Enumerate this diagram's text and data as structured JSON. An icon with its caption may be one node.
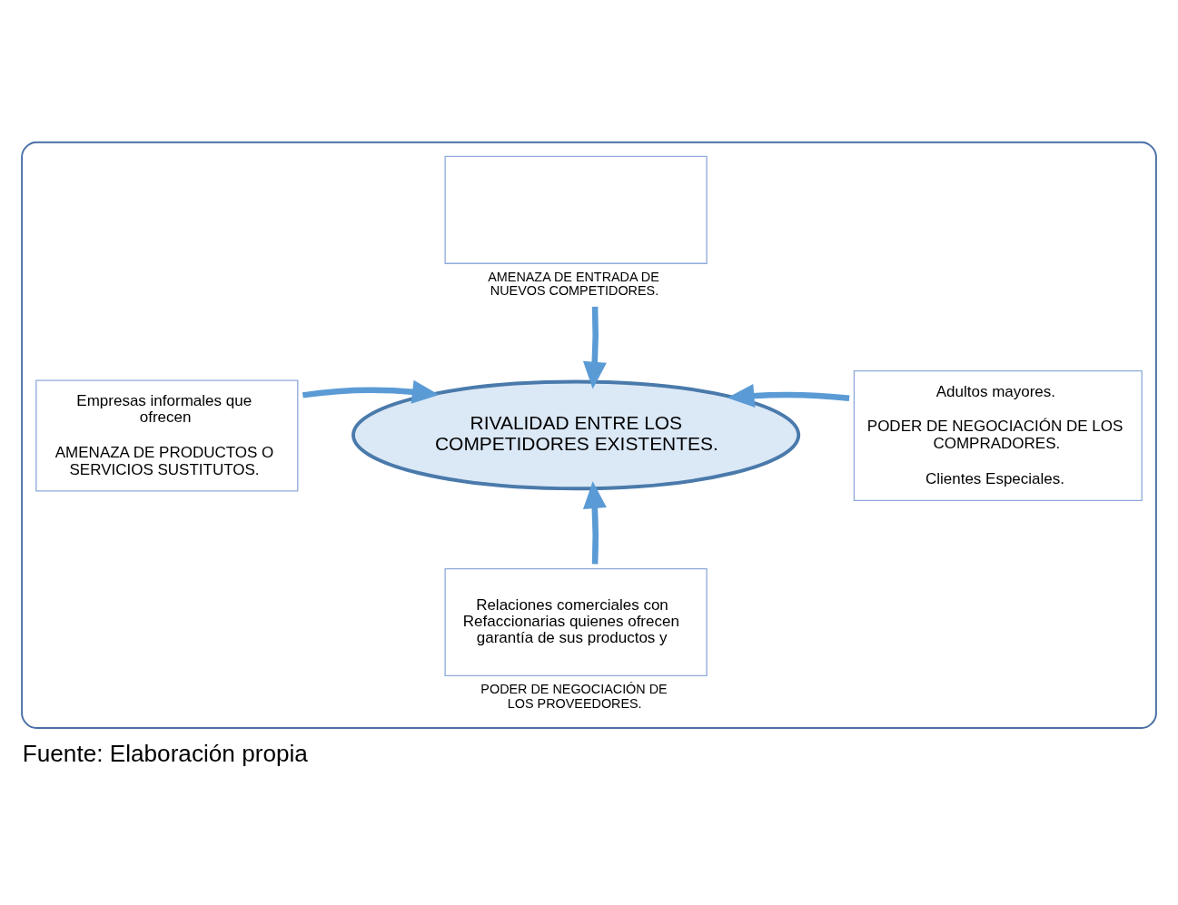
{
  "diagram": {
    "caption": "Fuente: Elaboración propia",
    "nodes": [
      {
        "text": [],
        "shape": "box"
      },
      {
        "text": [],
        "shape": "box",
        "in": 0,
        "beside": [
          "AMENAZA DE ENTRADA DE NUEVOS COMPETIDORES."
        ]
      },
      {
        "text": [
          "Empresas informales que ofrecen",
          "AMENAZA DE PRODUCTOS O SERVICIOS SUSTITUTOS."
        ],
        "in": 0
      },
      {
        "text": [
          "RIVALIDAD ENTRE LOS COMPETIDORES EXISTENTES."
        ],
        "in": 0
      },
      {
        "text": [
          "Adultos mayores.",
          "PODER DE NEGOCIACIÓN DE LOS COMPRADORES.",
          "Clientes Especiales."
        ],
        "in": 0
      },
      {
        "text": [
          "Relaciones comerciales con Refaccionarias quienes ofrecen garantía de sus productos y"
        ],
        "in": 0,
        "beside": [
          "PODER DE NEGOCIACIÓN DE LOS PROVEEDORES."
        ]
      }
    ],
    "edges": [
      {
        "from": 1,
        "to": 3,
        "arrow": "to"
      },
      {
        "from": 2,
        "to": 3,
        "arrow": "to"
      },
      {
        "from": 4,
        "to": 3,
        "arrow": "to"
      },
      {
        "from": 5,
        "to": 3,
        "arrow": "to"
      }
    ]
  }
}
